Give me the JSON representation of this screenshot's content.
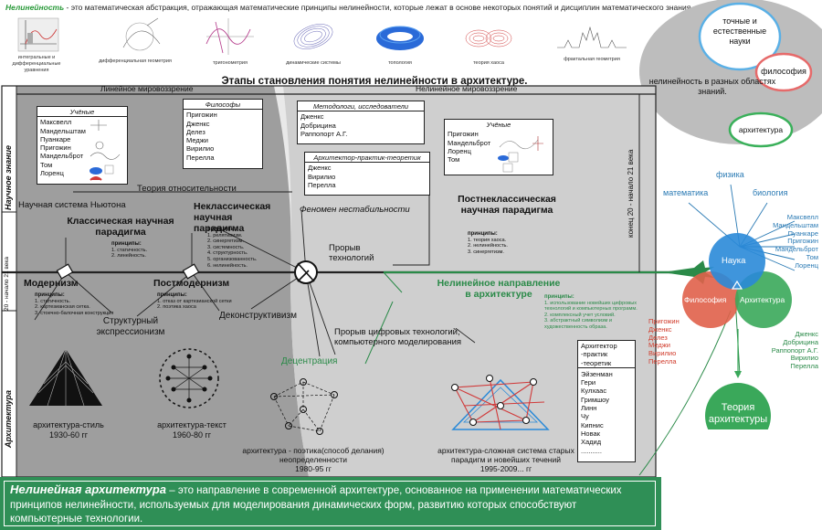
{
  "header": {
    "term": "Нелинейность",
    "definition": " - это математическая абстракция, отражающая математические принципы нелинейности, которые лежат в основе некоторых понятий и дисциплин математического знания, таких как:",
    "disciplines": [
      "интегральные и дифференциальные уравнения",
      "дифференциальная геометрия",
      "тригонометрия",
      "динамические системы",
      "топология",
      "теория хаоса",
      "фрактальная геометрия"
    ]
  },
  "right_panel": {
    "exact_sciences": "точные и естественные науки",
    "philosophy": "философия",
    "nonlinearity_caption": "нелинейность в разных областях знаний.",
    "architecture": "архитектура",
    "branches": [
      "физика",
      "математика",
      "биология"
    ],
    "science_names": [
      "Максвелл",
      "Мандельштам",
      "Пуанкаре",
      "Пригожин",
      "Мандельброт",
      "Том",
      "Лоренц"
    ],
    "venn": {
      "science": "Наука",
      "philosophy": "Философия",
      "architecture": "Архитектура"
    },
    "philosophers": [
      "Пригожин",
      "Дженкс",
      "Делез",
      "Меджи",
      "Вирилио",
      "Перелла"
    ],
    "methodologists": [
      "Дженкс",
      "Добрицина",
      "Раппопорт А.Г.",
      "Вирилио",
      "Перелла"
    ],
    "theory": "Теория архитектуры"
  },
  "diagram": {
    "title": "Этапы становления понятия нелинейности в архитектуре.",
    "linear_worldview": "Линейное мировоззрение",
    "nonlinear_worldview": "Нелинейное мировоззрение",
    "row_scientific": "Научное знание",
    "row_architecture": "Архитектура",
    "period_left": "20 - начало 21 века",
    "period_right": "конец 20 - начало 21 века",
    "scientists_box": {
      "title": "Учёные",
      "names": [
        "Максвелл",
        "Мандельштам",
        "Пуанкаре",
        "Пригожин",
        "Мандельброт",
        "Том",
        "Лоренц"
      ]
    },
    "philosophers_box": {
      "title": "Философы",
      "names": [
        "Пригожин",
        "Дженкс",
        "Делез",
        "Меджи",
        "Вирилио",
        "Перелла"
      ]
    },
    "methodologists_box": {
      "title": "Методологи, исследователи",
      "names": [
        "Дженкс",
        "Добрицина",
        "Раппопорт А.Г."
      ]
    },
    "theorists_box": {
      "title": "Архитектор-практик-теоретик",
      "names": [
        "Дженкс",
        "Вирилио",
        "Перелла"
      ]
    },
    "scientists_box2": {
      "title": "Учёные",
      "names": [
        "Пригожин",
        "Мандельброт",
        "Лоренц",
        "Том"
      ]
    },
    "relativity": "Теория относительности",
    "newton": "Научная система Ньютона",
    "classical": "Классическая научная парадигма",
    "classical_principles_title": "принципы:",
    "classical_principles": [
      "1. статичность.",
      "2. линейность."
    ],
    "nonclassical": "Неклассическая научная парадигма",
    "nonclassical_principles_title": "принципы:",
    "nonclassical_principles": [
      "1. релятивизм.",
      "2. синергетизм.",
      "3. системность.",
      "4. структурность.",
      "5. организованность.",
      "6. нелинейность."
    ],
    "instability": "Феномен нестабильности",
    "postnonclassical": "Постнеклассическая научная парадигма",
    "postnonclassical_principles_title": "принципы:",
    "postnonclassical_principles": [
      "1. теория хаоса.",
      "2. нелинейность.",
      "3. синергетизм."
    ],
    "breakthrough": "Прорыв технологий",
    "modernism": "Модернизм",
    "modernism_principles_title": "принципы:",
    "modernism_principles": [
      "1. статичность.",
      "2. картезианская сетка.",
      "3. стоечно-балочная конструкция"
    ],
    "postmodernism": "Постмодернизм",
    "postmodernism_principles_title": "принципы:",
    "postmodernism_principles": [
      "1. отказ от картезианской сетки",
      "2. поэтика хаоса"
    ],
    "deconstructivism": "Деконструктивизм",
    "structural": "Структурный экспрессионизм",
    "nonlinear_direction": "Нелинейное направление в архитектуре",
    "nonlinear_principles_title": "принципы:",
    "nonlinear_principles": [
      "1. использование новейших цифровых технологий и компьютерных программ.",
      "2. комплексный учет условий.",
      "3. абстрактный символизм и художественность образа."
    ],
    "digital_breakthrough": "Прорыв цифровых технологий, компьютерного моделирования",
    "decentration": "Децентрация",
    "architects_box": {
      "title": "Архитектор -практик -теоретик",
      "names": [
        "Эйзенман",
        "Гери",
        "Кулхаас",
        "Гримшоу",
        "Линн",
        "Чу",
        "Кипнис",
        "Новак",
        "Хадид",
        "..........."
      ]
    },
    "arch_style": "архитектура-стиль",
    "arch_style_years": "1930-60 гг",
    "arch_text": "архитектура-текст",
    "arch_text_years": "1960-80 гг",
    "arch_poetics": "архитектура - поэтика(способ делания) неопределенности",
    "arch_poetics_years": "1980-95 гг",
    "arch_complex": "архитектура-сложная система старых парадигм и новейших течений",
    "arch_complex_years": "1995-2009... гг"
  },
  "footer": {
    "term": "Нелинейная архитектура",
    "text": " – это направление в современной архитектуре, основанное на применении математических принципов нелинейности, используемых для моделирования динамических форм, развитию которых способствуют компьютерные технологии."
  }
}
